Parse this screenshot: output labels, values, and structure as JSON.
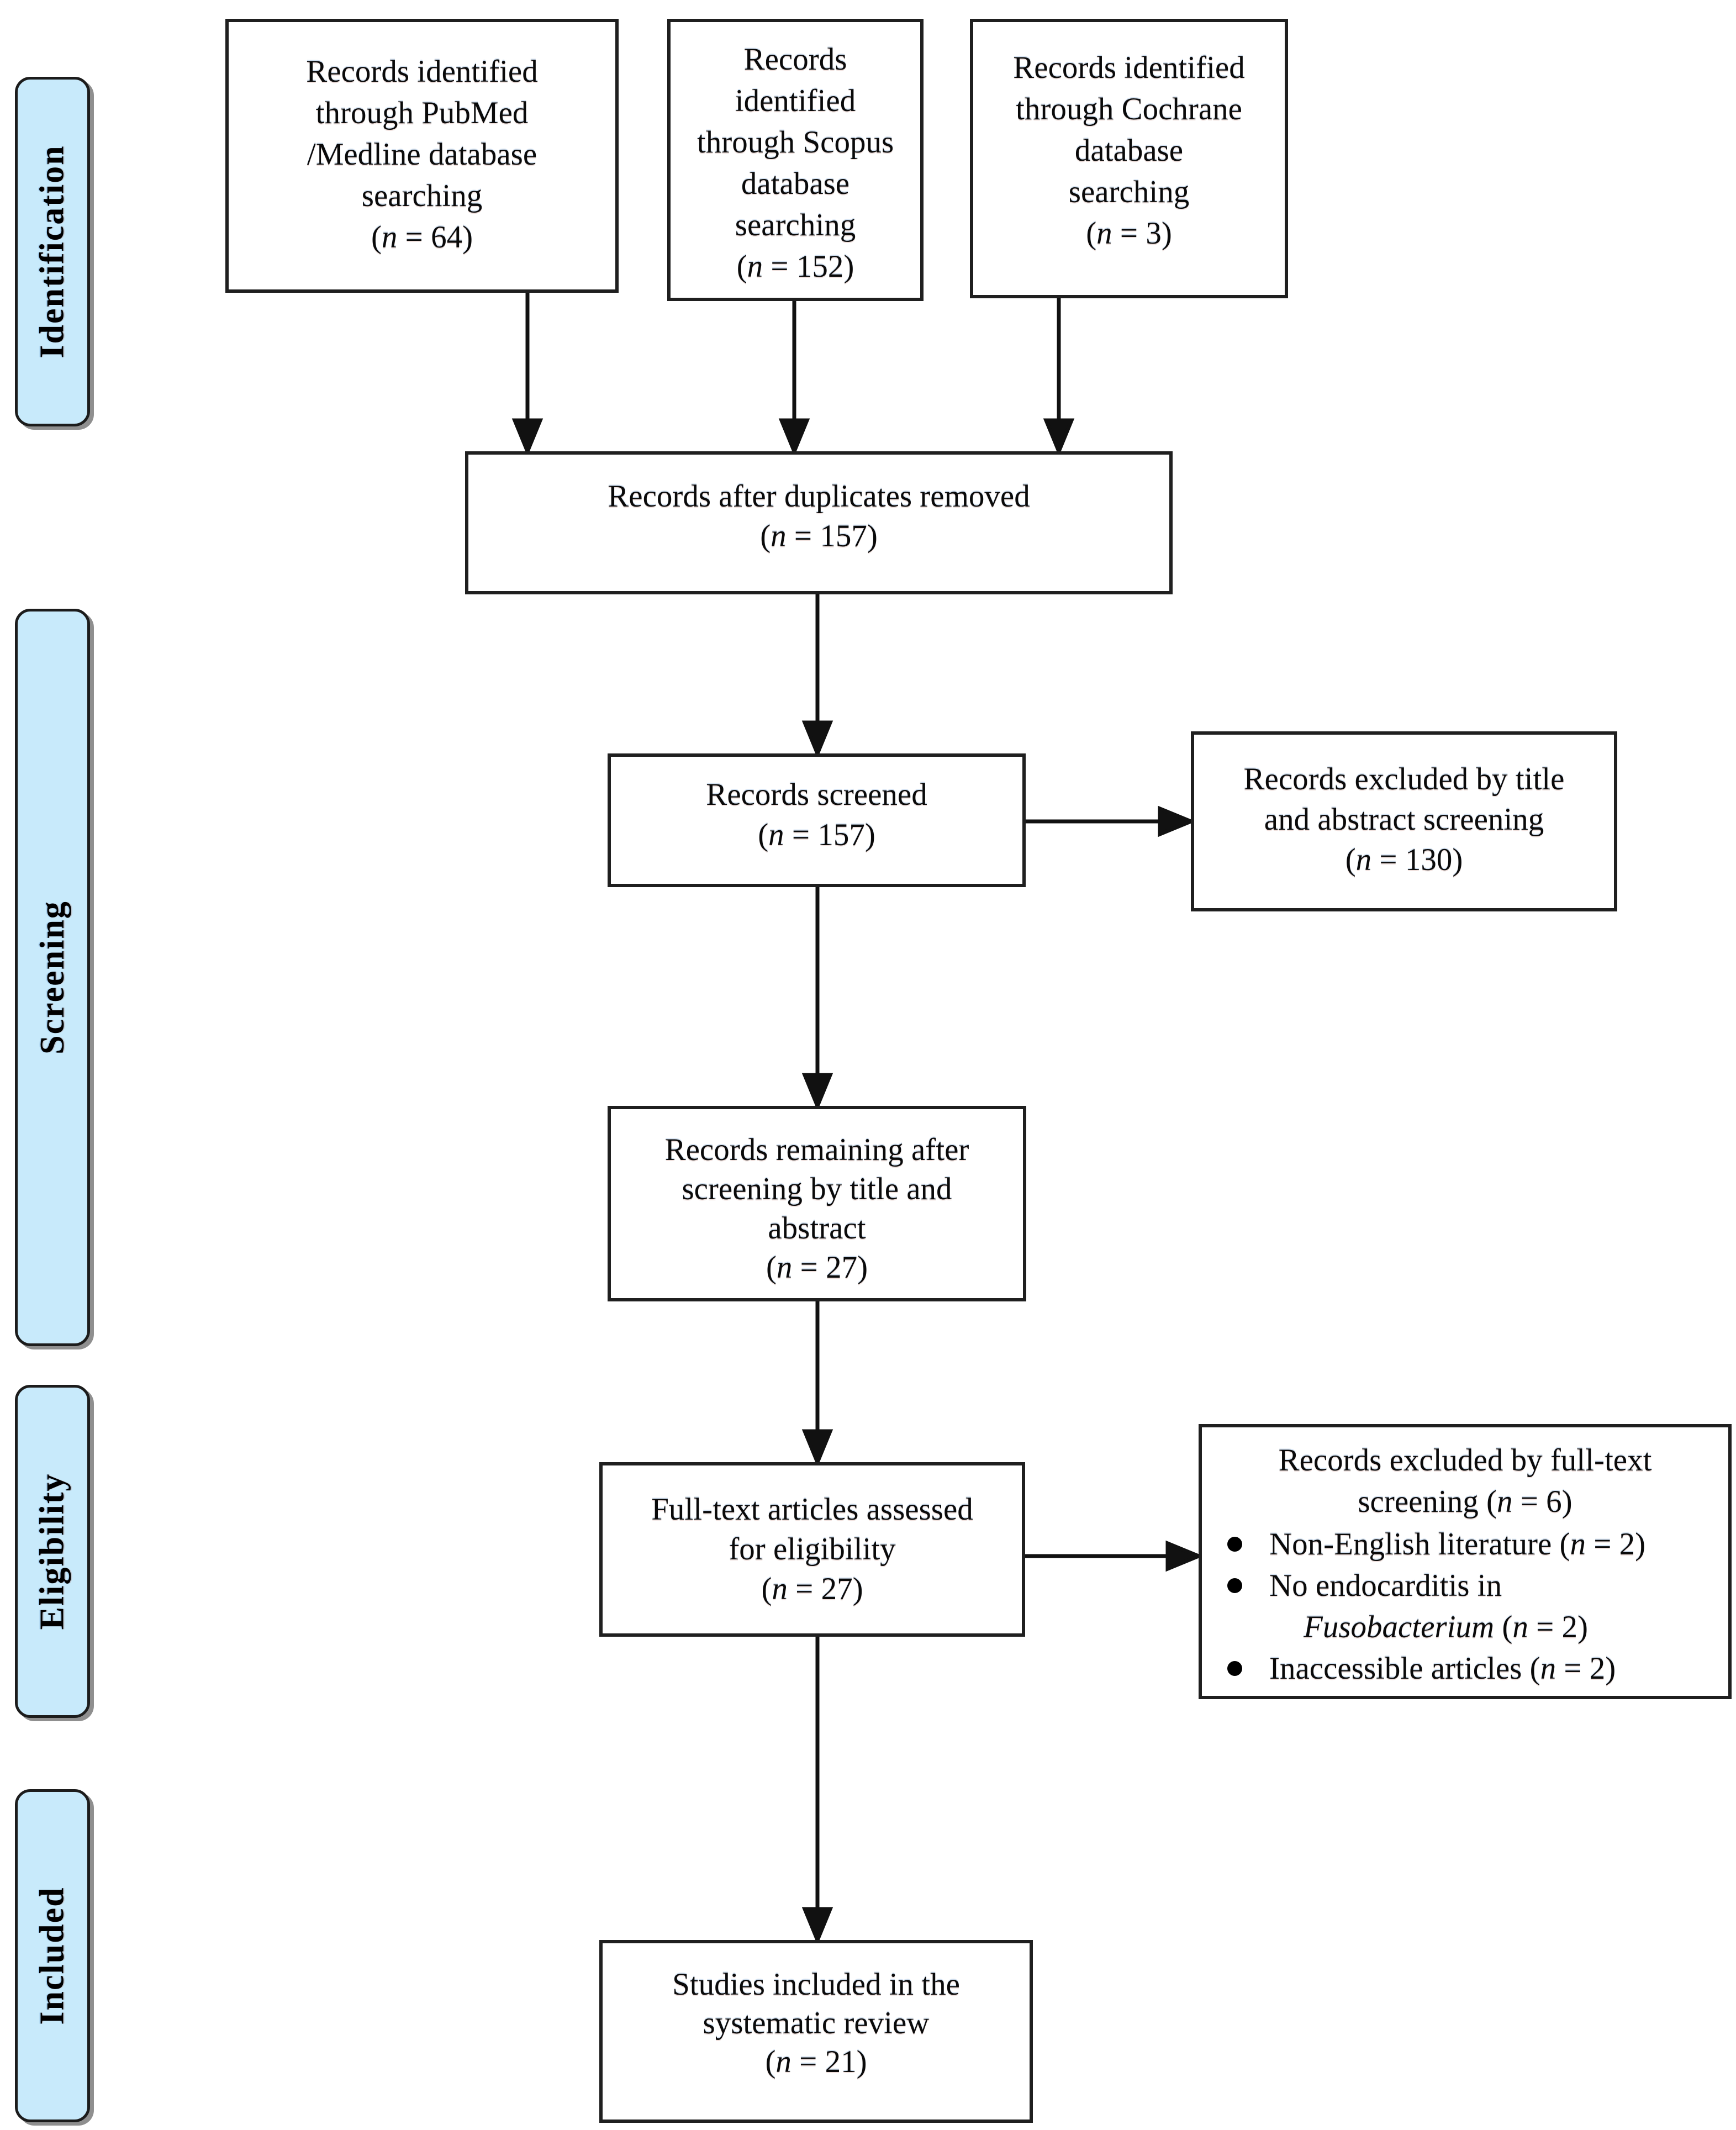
{
  "stages": [
    {
      "label": "Identification"
    },
    {
      "label": "Screening"
    },
    {
      "label": "Eligibility"
    },
    {
      "label": "Included"
    }
  ],
  "boxes": {
    "pubmed": {
      "lines": [
        "Records identified",
        "through PubMed",
        "/Medline database",
        "searching"
      ],
      "count": "(n = 64)"
    },
    "scopus": {
      "lines": [
        "Records",
        "identified",
        "through Scopus",
        "database",
        "searching"
      ],
      "count": "(n = 152)"
    },
    "cochrane": {
      "lines": [
        "Records identified",
        "through Cochrane",
        "database",
        "searching"
      ],
      "count": "(n = 3)"
    },
    "duplicates": {
      "lines": [
        "Records after duplicates removed"
      ],
      "count": "(n = 157)"
    },
    "screened": {
      "lines": [
        "Records screened"
      ],
      "count": "(n = 157)"
    },
    "excluded_title": {
      "lines": [
        "Records excluded by title",
        "and abstract screening"
      ],
      "count": "(n = 130)"
    },
    "remaining": {
      "lines": [
        "Records remaining after",
        "screening by title and",
        "abstract"
      ],
      "count": "(n = 27)"
    },
    "fulltext": {
      "lines": [
        "Full-text articles assessed",
        "for eligibility"
      ],
      "count": "(n = 27)"
    },
    "excluded_fulltext": {
      "title_line1": "Records excluded by full-text",
      "title_line2": "screening (n = 6)",
      "bullets": [
        {
          "lines": [
            [
              {
                "t": "Non-English literature (n = 2)",
                "i": false
              }
            ]
          ]
        },
        {
          "lines": [
            [
              {
                "t": "No endocarditis in",
                "i": false
              }
            ],
            [
              {
                "t": "Fusobacterium",
                "i": true
              },
              {
                "t": " (n = 2)",
                "i": false
              }
            ]
          ]
        },
        {
          "lines": [
            [
              {
                "t": "Inaccessible articles (n = 2)",
                "i": false
              }
            ]
          ]
        }
      ]
    },
    "included_box": {
      "lines": [
        "Studies included in the",
        "systematic review"
      ],
      "count": "(n = 21)"
    }
  },
  "colors": {
    "stage_fill": "#C8EAFB",
    "stage_border": "#1c1c1c",
    "box_border": "#1f1f1f",
    "arrow": "#111111",
    "text": "#0a0a0a"
  }
}
